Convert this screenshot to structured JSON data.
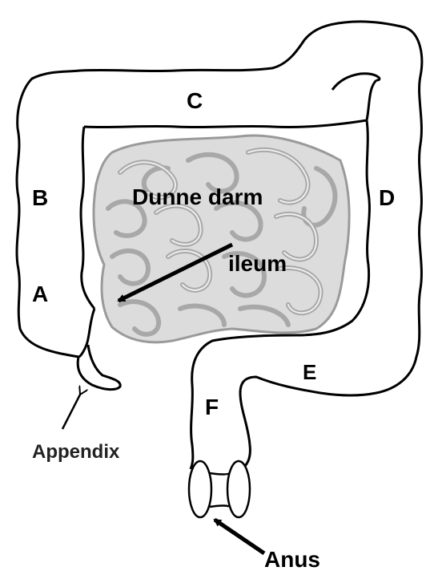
{
  "labels": {
    "a": "A",
    "b": "B",
    "c": "C",
    "d": "D",
    "e": "E",
    "f": "F",
    "small_intestine": "Dunne darm",
    "ileum": "ileum",
    "appendix": "Appendix",
    "anus": "Anus"
  }
}
